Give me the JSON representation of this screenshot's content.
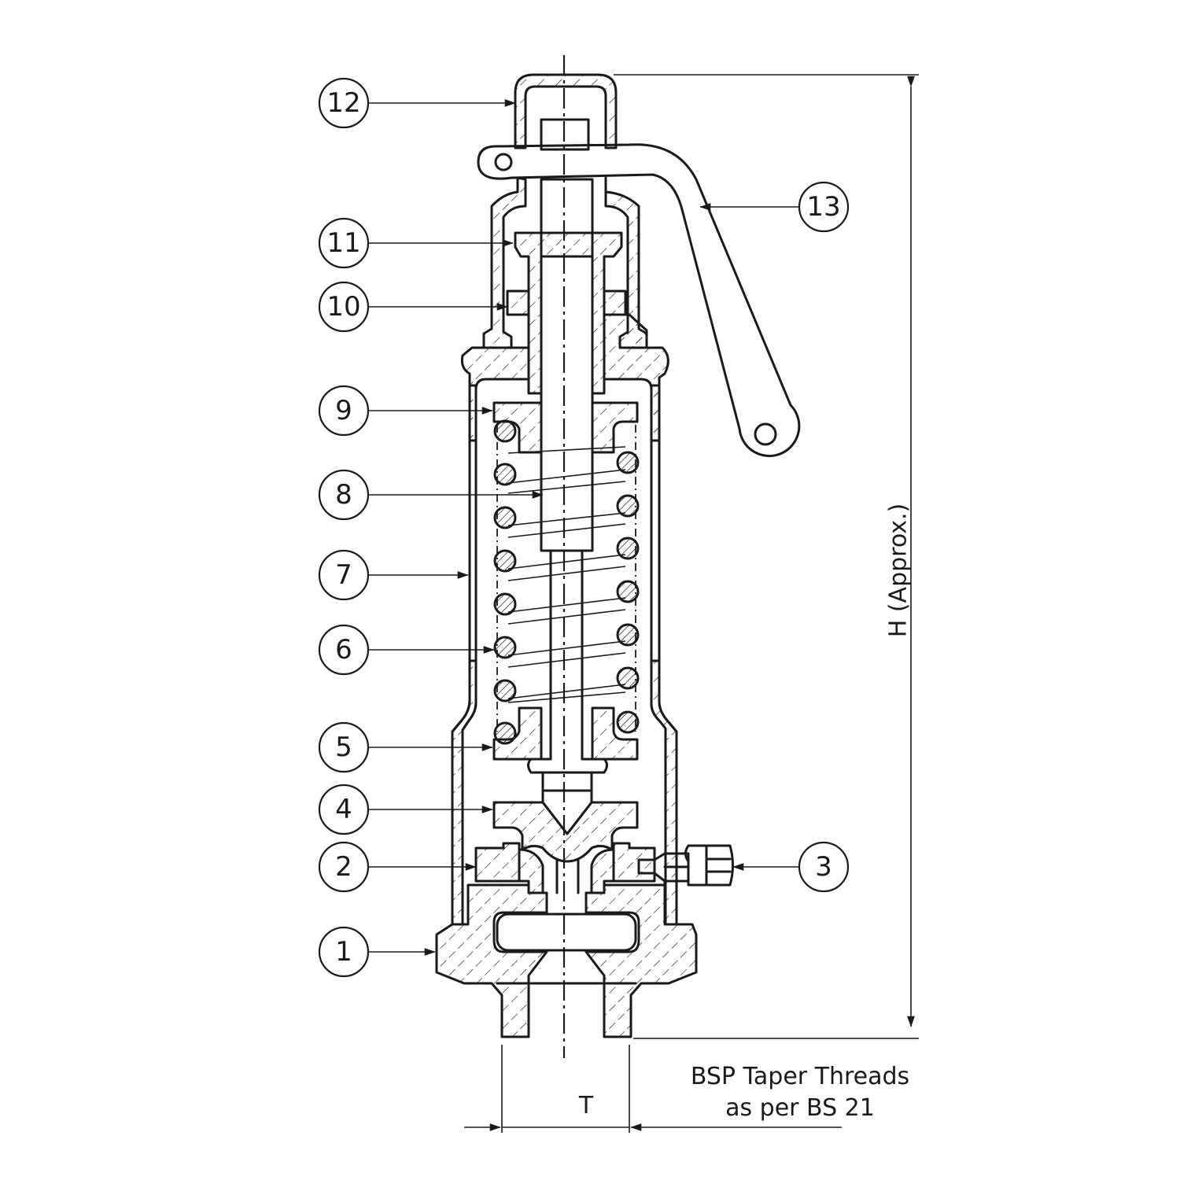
{
  "callouts": [
    {
      "label": "12",
      "part": "cap"
    },
    {
      "label": "11",
      "part": "spindle-nut"
    },
    {
      "label": "10",
      "part": "lock-nut"
    },
    {
      "label": "9",
      "part": "upper-spring-plate"
    },
    {
      "label": "8",
      "part": "spindle"
    },
    {
      "label": "7",
      "part": "bonnet-body"
    },
    {
      "label": "6",
      "part": "spring"
    },
    {
      "label": "5",
      "part": "lower-spring-plate"
    },
    {
      "label": "4",
      "part": "disc-holder"
    },
    {
      "label": "2",
      "part": "nozzle-ring"
    },
    {
      "label": "1",
      "part": "inlet-nozzle-body"
    },
    {
      "label": "13",
      "part": "lifting-lever"
    },
    {
      "label": "3",
      "part": "locking-screw"
    }
  ],
  "dimensions": {
    "height_label": "H (Approx.)",
    "thread_label": "T"
  },
  "note": {
    "line1": "BSP Taper Threads",
    "line2": "as per BS 21"
  }
}
